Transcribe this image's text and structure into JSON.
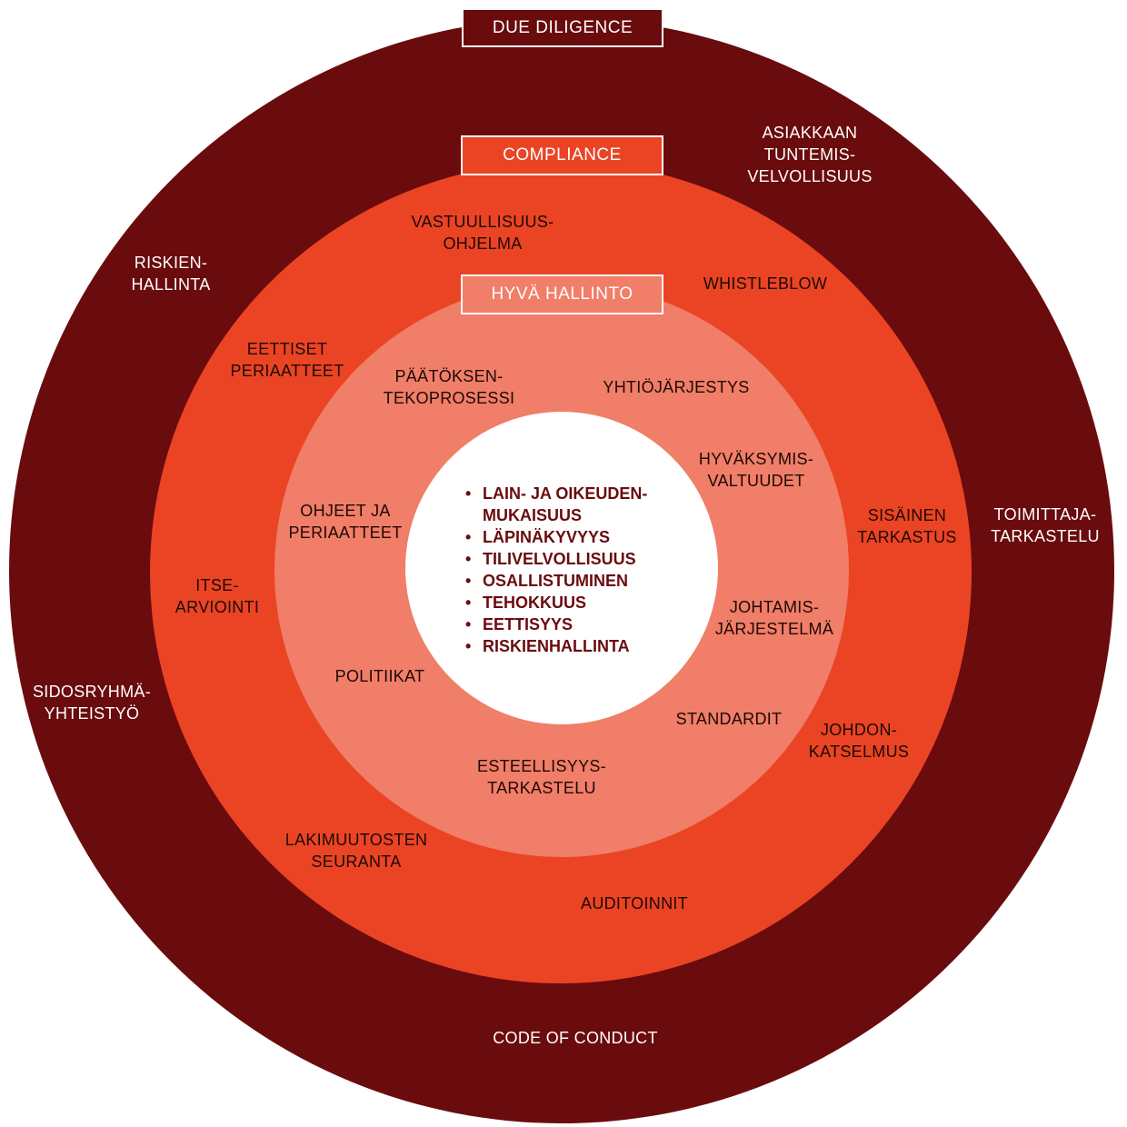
{
  "colors": {
    "outer": "#6a0b0d",
    "middle": "#ea4424",
    "inner": "#f07e68",
    "core": "#ffffff"
  },
  "rings": {
    "due_diligence": {
      "title": "DUE DILIGENCE",
      "items": [
        "ASIAKKAAN\nTUNTEMIS-\nVELVOLLISUUS",
        "RISKIEN-\nHALLINTA",
        "TOIMITTAJA-\nTARKASTELU",
        "SIDOSRYHMÄ-\nYHTEISTYÖ",
        "CODE OF CONDUCT"
      ]
    },
    "compliance": {
      "title": "COMPLIANCE",
      "items": [
        "VASTUULLISUUS-\nOHJELMA",
        "WHISTLEBLOW",
        "EETTISET\nPERIAATTEET",
        "SISÄINEN\nTARKASTUS",
        "ITSE-\nARVIOINTI",
        "JOHDON-\nKATSELMUS",
        "LAKIMUUTOSTEN\nSEURANTA",
        "AUDITOINNIT"
      ]
    },
    "hyva_hallinto": {
      "title": "HYVÄ HALLINTO",
      "items": [
        "PÄÄTÖKSEN-\nTEKOPROSESSI",
        "YHTIÖJÄRJESTYS",
        "HYVÄKSYMIS-\nVALTUUDET",
        "OHJEET JA\nPERIAATTEET",
        "JOHTAMIS-\nJÄRJESTELMÄ",
        "POLITIIKAT",
        "STANDARDIT",
        "ESTEELLISYYS-\nTARKASTELU"
      ]
    },
    "core": {
      "items": [
        "LAIN- JA OIKEUDEN-\nMUKAISUUS",
        "LÄPINÄKYVYYS",
        "TILIVELVOLLISUUS",
        "OSALLISTUMINEN",
        "TEHOKKUUS",
        "EETTISYYS",
        "RISKIENHALLINTA"
      ]
    }
  }
}
